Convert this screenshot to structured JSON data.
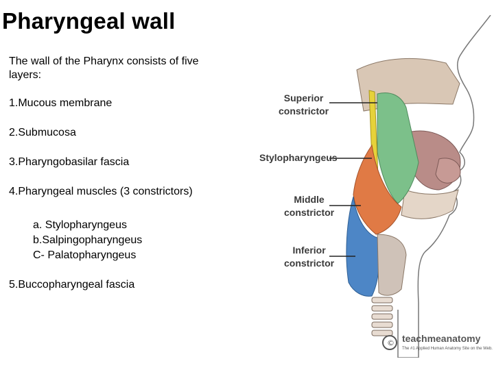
{
  "title": "Pharyngeal wall",
  "intro": "The wall of the Pharynx consists of five layers:",
  "layers": [
    "1.Mucous membrane",
    "2.Submucosa",
    "3.Pharyngobasilar fascia",
    "4.Pharyngeal muscles (3 constrictors)",
    "5.Buccopharyngeal fascia"
  ],
  "muscles": [
    "a. Stylopharyngeus",
    "b.Salpingopharyngeus",
    "C- Palatopharyngeus"
  ],
  "figure": {
    "labels": {
      "superior_1": "Superior",
      "superior_2": "constrictor",
      "stylopharyngeus": "Stylopharyngeus",
      "middle_1": "Middle",
      "middle_2": "constrictor",
      "inferior_1": "Inferior",
      "inferior_2": "constrictor"
    },
    "colors": {
      "superior": "#7cc08a",
      "stylopharyngeus": "#e6d23a",
      "middle": "#e07a45",
      "inferior": "#4d86c6"
    },
    "watermark": {
      "brand": "teachmeanatomy",
      "tagline": "The #1 Applied Human Anatomy Site on the Web."
    }
  }
}
